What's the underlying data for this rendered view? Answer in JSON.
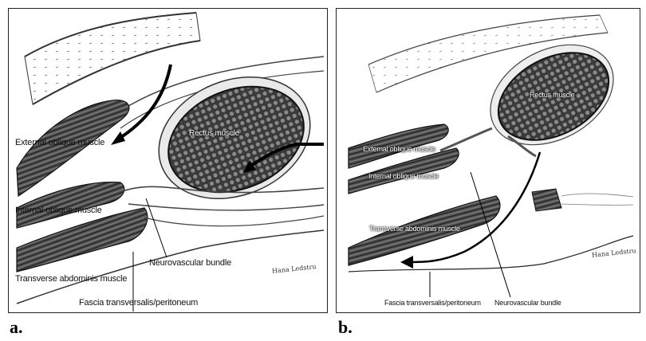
{
  "panel_a": {
    "letter": "a.",
    "labels": {
      "external_oblique": "External oblique muscle",
      "internal_oblique": "Internal oblique muscle",
      "transverse_abdominis": "Transverse abdominis muscle",
      "rectus": "Rectus muscle",
      "neurovascular": "Neurovascular bundle",
      "fascia": "Fascia transversalis/peritoneum"
    },
    "signature": "Hana Ledstru"
  },
  "panel_b": {
    "letter": "b.",
    "labels": {
      "external_oblique": "External oblique muscle",
      "internal_oblique": "Internal oblique muscle",
      "transverse_abdominis": "Transverse abdominis muscle",
      "rectus": "Rectus muscle",
      "neurovascular": "Neurovascular bundle",
      "fascia": "Fascia transversalis/peritoneum"
    },
    "signature": "Hana Ledstru"
  }
}
